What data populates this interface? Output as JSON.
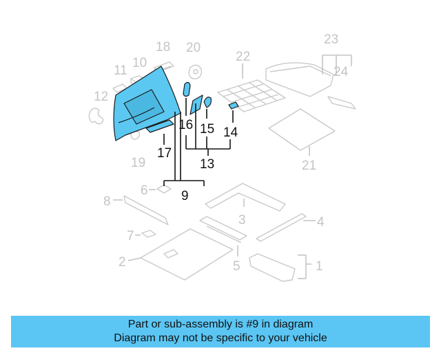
{
  "callouts": {
    "n1": "1",
    "n2": "2",
    "n3": "3",
    "n4": "4",
    "n5": "5",
    "n6": "6",
    "n7": "7",
    "n8": "8",
    "n9": "9",
    "n10": "10",
    "n11": "11",
    "n12": "12",
    "n13": "13",
    "n14": "14",
    "n15": "15",
    "n16": "16",
    "n17": "17",
    "n18": "18",
    "n19": "19",
    "n20": "20",
    "n21": "21",
    "n22": "22",
    "n23": "23",
    "n24": "24"
  },
  "highlight_color": "#5bc8f2",
  "banner": {
    "line1": "Part or sub-assembly is #9 in diagram",
    "line2": "Diagram may not be specific to your vehicle"
  }
}
